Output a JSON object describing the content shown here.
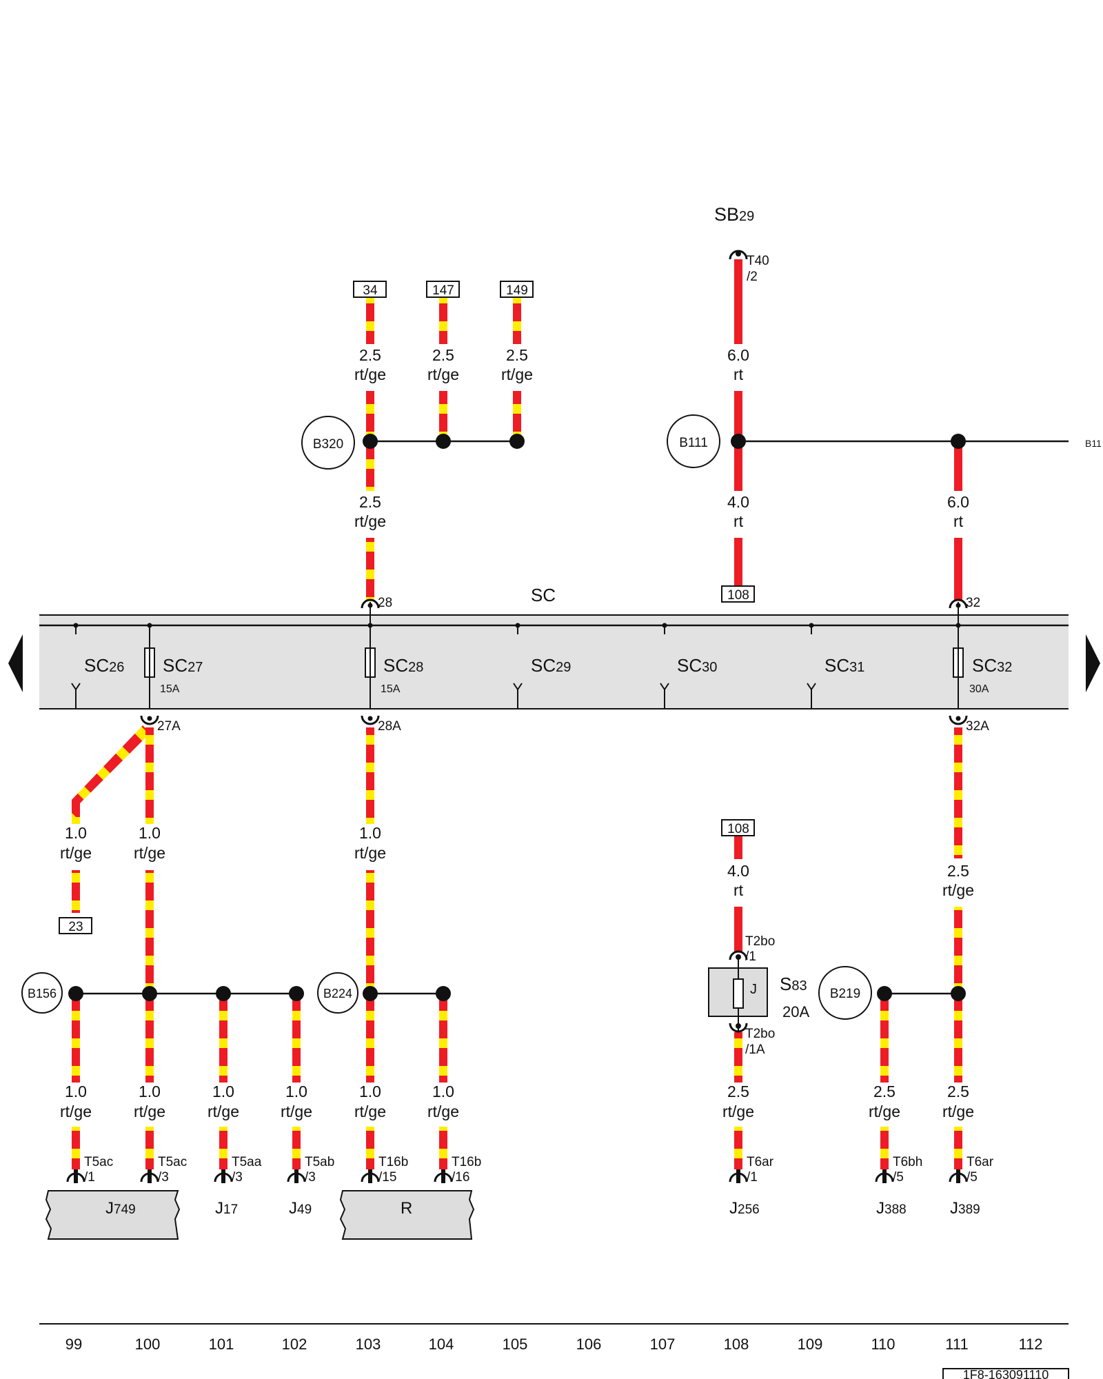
{
  "bus_label": "SC",
  "supply": {
    "base": "SB",
    "sub": "29",
    "term_pin": "T40",
    "term_sub": "/2"
  },
  "fuses": [
    {
      "base": "SC",
      "sub": "26",
      "rating": ""
    },
    {
      "base": "SC",
      "sub": "27",
      "rating": "15A"
    },
    {
      "base": "SC",
      "sub": "28",
      "rating": "15A"
    },
    {
      "base": "SC",
      "sub": "29",
      "rating": ""
    },
    {
      "base": "SC",
      "sub": "30",
      "rating": ""
    },
    {
      "base": "SC",
      "sub": "31",
      "rating": ""
    },
    {
      "base": "SC",
      "sub": "32",
      "rating": "30A"
    }
  ],
  "pins": {
    "p28": "28",
    "p32": "32",
    "p27a": "27A",
    "p28a": "28A",
    "p32a": "32A"
  },
  "refs": {
    "r34": "34",
    "r147": "147",
    "r149": "149",
    "r108a": "108",
    "r108b": "108",
    "r23": "23"
  },
  "splices": {
    "b320": "B320",
    "b111": "B111",
    "b111_edge": "B11",
    "b156": "B156",
    "b224": "B224",
    "b219": "B219"
  },
  "wires": {
    "w34": {
      "size": "2.5",
      "color": "rt/ge"
    },
    "w147": {
      "size": "2.5",
      "color": "rt/ge"
    },
    "w149": {
      "size": "2.5",
      "color": "rt/ge"
    },
    "w_sb29": {
      "size": "6.0",
      "color": "rt"
    },
    "w_b320_sc": {
      "size": "2.5",
      "color": "rt/ge"
    },
    "w_b111_108": {
      "size": "4.0",
      "color": "rt"
    },
    "w_b111_sc32": {
      "size": "6.0",
      "color": "rt"
    },
    "w_27a_23": {
      "size": "1.0",
      "color": "rt/ge"
    },
    "w_27a_b156": {
      "size": "1.0",
      "color": "rt/ge"
    },
    "w_28a_b224": {
      "size": "1.0",
      "color": "rt/ge"
    },
    "w_108_s83": {
      "size": "4.0",
      "color": "rt"
    },
    "w_32a_b219": {
      "size": "2.5",
      "color": "rt/ge"
    },
    "w_j749_1": {
      "size": "1.0",
      "color": "rt/ge"
    },
    "w_j749_3": {
      "size": "1.0",
      "color": "rt/ge"
    },
    "w_j17": {
      "size": "1.0",
      "color": "rt/ge"
    },
    "w_j49": {
      "size": "1.0",
      "color": "rt/ge"
    },
    "w_r15": {
      "size": "1.0",
      "color": "rt/ge"
    },
    "w_r16": {
      "size": "1.0",
      "color": "rt/ge"
    },
    "w_j256": {
      "size": "2.5",
      "color": "rt/ge"
    },
    "w_j388": {
      "size": "2.5",
      "color": "rt/ge"
    },
    "w_j389": {
      "size": "2.5",
      "color": "rt/ge"
    }
  },
  "connectors": {
    "c1": {
      "name": "T5ac",
      "pin": "/1"
    },
    "c2": {
      "name": "T5ac",
      "pin": "/3"
    },
    "c3": {
      "name": "T5aa",
      "pin": "/3"
    },
    "c4": {
      "name": "T5ab",
      "pin": "/3"
    },
    "c5": {
      "name": "T16b",
      "pin": "/15"
    },
    "c6": {
      "name": "T16b",
      "pin": "/16"
    },
    "c7": {
      "name": "T6ar",
      "pin": "/1"
    },
    "c8": {
      "name": "T6bh",
      "pin": "/5"
    },
    "c9": {
      "name": "T6ar",
      "pin": "/5"
    },
    "s83_top": {
      "name": "T2bo",
      "pin": "/1"
    },
    "s83_bot": {
      "name": "T2bo",
      "pin": "/1A"
    }
  },
  "relay": {
    "base": "S",
    "sub": "83",
    "rating": "20A",
    "fuse_mark": "J"
  },
  "components": {
    "j749": {
      "base": "J",
      "sub": "749"
    },
    "j17": {
      "base": "J",
      "sub": "17"
    },
    "j49": {
      "base": "J",
      "sub": "49"
    },
    "r": {
      "base": "R",
      "sub": ""
    },
    "j256": {
      "base": "J",
      "sub": "256"
    },
    "j388": {
      "base": "J",
      "sub": "388"
    },
    "j389": {
      "base": "J",
      "sub": "389"
    }
  },
  "track_numbers": [
    "99",
    "100",
    "101",
    "102",
    "103",
    "104",
    "105",
    "106",
    "107",
    "108",
    "109",
    "110",
    "111",
    "112"
  ],
  "doc_code": "1F8-163091110",
  "colors": {
    "red": "#ee1c24",
    "yellow": "#ffed00",
    "bus": "#e2e2e2",
    "component": "#dddddd"
  }
}
